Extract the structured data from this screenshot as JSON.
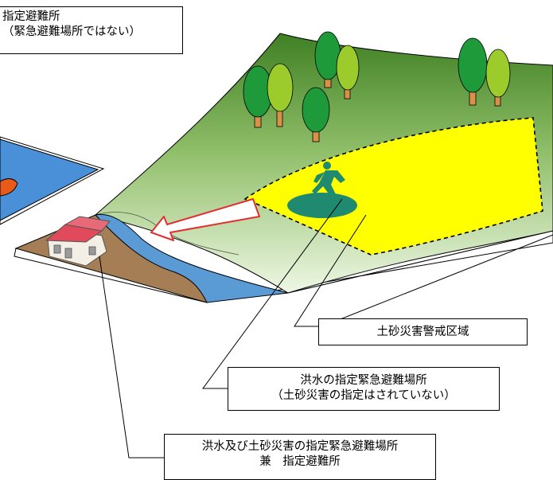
{
  "labels": {
    "designated_shelter": {
      "line1": "指定避難所",
      "line2": "（緊急避難場所ではない）"
    },
    "sediment_warning_zone": "土砂災害警戒区域",
    "flood_emergency_site": {
      "line1": "洪水の指定緊急避難場所",
      "line2": "（土砂災害の指定はされていない）"
    },
    "flood_and_sediment_site": {
      "line1": "洪水及び土砂災害の指定緊急避難場所",
      "line2": "兼　指定避難所"
    }
  },
  "colors": {
    "forest_dark": "#4a8a2c",
    "forest_light": "#e6f2d8",
    "warning_zone": "#ffff00",
    "river": "#5b9bd5",
    "ground": "#a57e55",
    "arrow_outline": "#e03030",
    "shelter_roof": "#e04a5a",
    "refuge_circle": "#1f8a70",
    "runner_icon": "#1f8a70",
    "tree_dark": "#1f9a3a",
    "tree_light": "#9ccc2c",
    "trunk": "#d9914a",
    "left_panel_blue": "#4a90d9",
    "left_panel_orange": "#e85a1a"
  },
  "icons": [
    "tree-icon",
    "running-person-icon",
    "house-shelter-icon",
    "evacuation-arrow-icon"
  ]
}
